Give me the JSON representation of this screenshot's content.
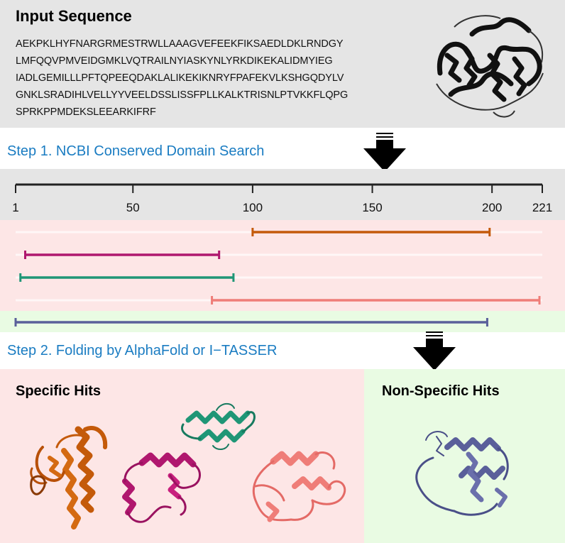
{
  "input": {
    "title": "Input Sequence",
    "sequence_lines": [
      "AEKPKLHYFNARGRMESTRWLLAAAGVEFEEKFIKSAEDLDKLRNDGY",
      "LMFQQVPMVEIDGMKLVQTRAILNYIASKYNLYRKDIKEKALIDMYIEG",
      "IADLGEMILLLPFTQPEEQDAKLALIKEKIKNRYFPAFEKVLKSHGQDYLV",
      "GNKLSRADIHLVELLYYVEELDSSLISSFPLLKALKTRISNLPTVKKFLQPG",
      "SPRKPPMDEKSLEEARKIFRF"
    ]
  },
  "step1": {
    "label": "Step 1. NCBI Conserved Domain Search"
  },
  "step2": {
    "label": "Step 2. Folding by AlphaFold or I−TASSER"
  },
  "chart_data": {
    "type": "bar",
    "xlim": [
      1,
      221
    ],
    "ticks": [
      1,
      50,
      100,
      150,
      200,
      221
    ],
    "tick_labels": [
      "1",
      "50",
      "100",
      "150",
      "200",
      "221"
    ],
    "series": [
      {
        "start": 100,
        "end": 199,
        "group": "specific",
        "color": "#c45a0a"
      },
      {
        "start": 5,
        "end": 86,
        "group": "specific",
        "color": "#b0176e"
      },
      {
        "start": 3,
        "end": 92,
        "group": "specific",
        "color": "#1f9676"
      },
      {
        "start": 83,
        "end": 241,
        "group": "specific",
        "color": "#ef7d78"
      },
      {
        "start": 1,
        "end": 198,
        "group": "non-specific",
        "color": "#5a5f9a"
      }
    ]
  },
  "panels": {
    "specific_title": "Specific Hits",
    "nonspecific_title": "Non-Specific Hits"
  },
  "colors": {
    "step_text": "#1a7cc2",
    "specific_bg": "#fde6e6",
    "nonspecific_bg": "#e9fbe3",
    "gray_bg": "#e5e5e5"
  },
  "icons": {
    "input_structure": "protein-ribbon-black",
    "specific_structures": [
      "protein-ribbon-orange",
      "protein-ribbon-magenta",
      "protein-ribbon-green",
      "protein-ribbon-salmon"
    ],
    "nonspecific_structure": "protein-ribbon-slate"
  }
}
